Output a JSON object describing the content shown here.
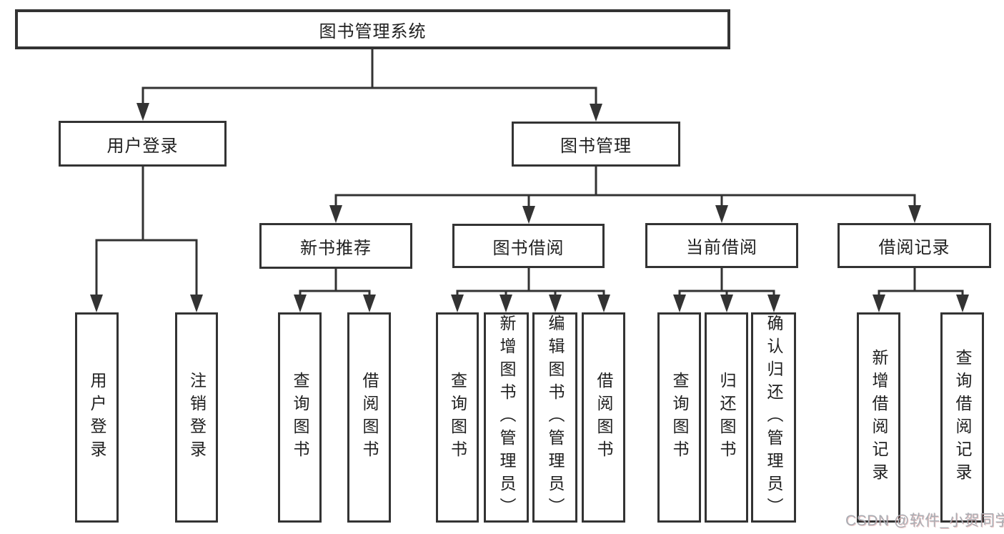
{
  "diagram_title": "图书管理系统",
  "tree": {
    "root": {
      "label": "图书管理系统"
    },
    "branches": [
      {
        "label": "用户登录",
        "children": [
          {
            "label": "用户登录"
          },
          {
            "label": "注销登录"
          }
        ]
      },
      {
        "label": "图书管理",
        "children": [
          {
            "label": "新书推荐",
            "children": [
              {
                "label": "查询图书"
              },
              {
                "label": "借阅图书"
              }
            ]
          },
          {
            "label": "图书借阅",
            "children": [
              {
                "label": "查询图书"
              },
              {
                "label": "新增图书（管理员）"
              },
              {
                "label": "编辑图书（管理员）"
              },
              {
                "label": "借阅图书"
              }
            ]
          },
          {
            "label": "当前借阅",
            "children": [
              {
                "label": "查询图书"
              },
              {
                "label": "归还图书"
              },
              {
                "label": "确认归还（管理员）"
              }
            ]
          },
          {
            "label": "借阅记录",
            "children": [
              {
                "label": "新增借阅记录"
              },
              {
                "label": "查询借阅记录"
              }
            ]
          }
        ]
      }
    ]
  },
  "watermark": {
    "text": "CSDN @软件_小贺同学"
  },
  "colors": {
    "box_border": "#333333",
    "connector_line": "#333333",
    "text": "#1f1f1f",
    "watermark": "#a9adb3",
    "background": "#ffffff"
  }
}
